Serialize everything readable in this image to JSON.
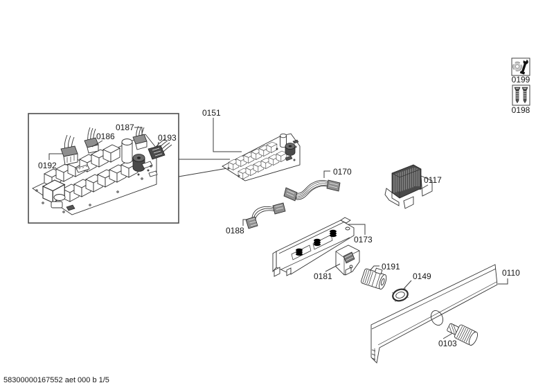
{
  "document": {
    "footer_reference": "58300000167552 aet 000 b 1/5"
  },
  "header_symbols": [
    {
      "label": "0199",
      "icon": "wrench-tool-icon"
    },
    {
      "label": "0198",
      "icon": "screws-icon"
    }
  ],
  "parts": [
    {
      "label": "0192"
    },
    {
      "label": "0186"
    },
    {
      "label": "0187"
    },
    {
      "label": "0193"
    },
    {
      "label": "0151"
    },
    {
      "label": "0170"
    },
    {
      "label": "0117"
    },
    {
      "label": "0188"
    },
    {
      "label": "0173"
    },
    {
      "label": "0181"
    },
    {
      "label": "0191"
    },
    {
      "label": "0149"
    },
    {
      "label": "0110"
    },
    {
      "label": "0103"
    }
  ],
  "colors": {
    "background": "#ffffff",
    "line": "#2e2e2e",
    "detail_box_border": "#4d4d4d",
    "dark_component": "#4a4a4a",
    "connector_gray": "#8f8f8f"
  }
}
